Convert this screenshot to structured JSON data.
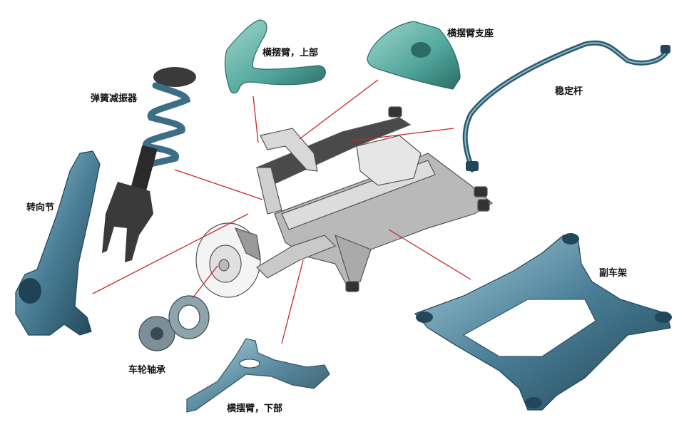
{
  "labels": {
    "upper_arm": "横摆臂，上部",
    "arm_mount": "横摆臂支座",
    "stabilizer": "稳定杆",
    "strut": "弹簧减振器",
    "knuckle": "转向节",
    "subframe": "副车架",
    "bearing": "车轮轴承",
    "lower_arm": "横摆臂，下部"
  },
  "colors": {
    "leader_line": "#c8252b",
    "part_fill": "#4a7f97",
    "part_dark": "#22475a",
    "part_light": "#9cc3d3",
    "mount_fill": "#4fa59a",
    "assembly_stroke": "#5a5a5a"
  }
}
